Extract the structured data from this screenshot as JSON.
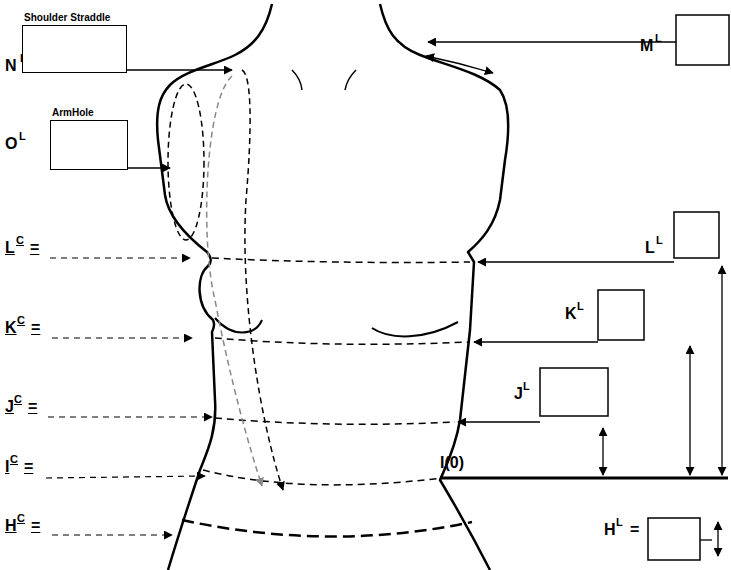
{
  "diagram": {
    "nodes": [
      {
        "text": [
          "Shoulder",
          "Straddle"
        ]
      },
      {
        "text": [
          "ArmHole"
        ]
      }
    ],
    "labels": [
      "N",
      "L",
      "M",
      "L",
      "O",
      "L",
      "L",
      "C",
      "=",
      "L",
      "L",
      "K",
      "C",
      "=",
      "K",
      "L",
      "J",
      "C",
      "=",
      "J",
      "L",
      "I",
      "C",
      "=",
      "I(0)",
      "H",
      "C",
      "=",
      "H",
      "L",
      "="
    ]
  }
}
